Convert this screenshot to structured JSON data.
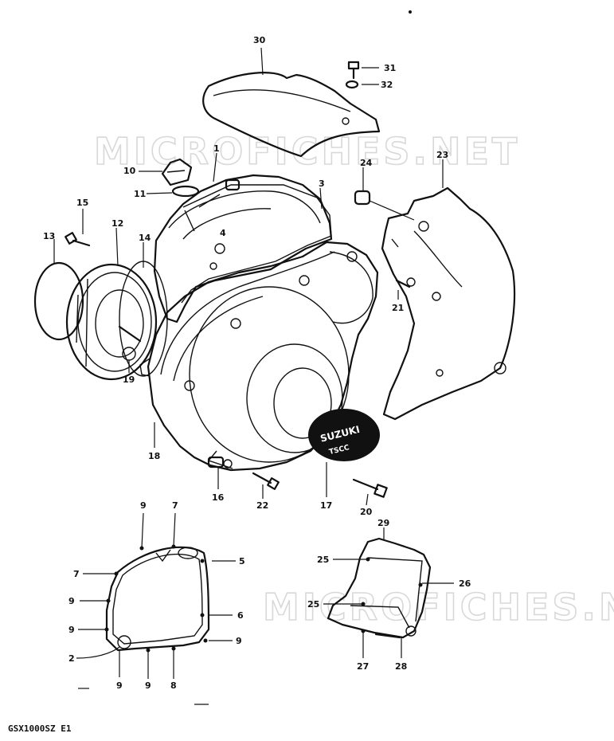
{
  "watermark": {
    "text_top": "MICROFICHES.NET",
    "text_bottom": "MICROFICHES.NET"
  },
  "emblem": {
    "brand": "SUZUKI",
    "sub": "TSCC"
  },
  "footer": {
    "model_code": "GSX1000SZ E1"
  },
  "parts": {
    "p1": "1",
    "p2": "2",
    "p3": "3",
    "p4": "4",
    "p5": "5",
    "p6": "6",
    "p7a": "7",
    "p7b": "7",
    "p8": "8",
    "p9a": "9",
    "p9b": "9",
    "p9c": "9",
    "p9d": "9",
    "p9e": "9",
    "p9f": "9",
    "p10": "10",
    "p11": "11",
    "p12": "12",
    "p13": "13",
    "p14": "14",
    "p15": "15",
    "p16": "16",
    "p17": "17",
    "p18": "18",
    "p19": "19",
    "p20": "20",
    "p21": "21",
    "p22": "22",
    "p23": "23",
    "p24": "24",
    "p25a": "25",
    "p25b": "25",
    "p26": "26",
    "p27": "27",
    "p28": "28",
    "p29": "29",
    "p30": "30",
    "p31": "31",
    "p32": "32"
  }
}
